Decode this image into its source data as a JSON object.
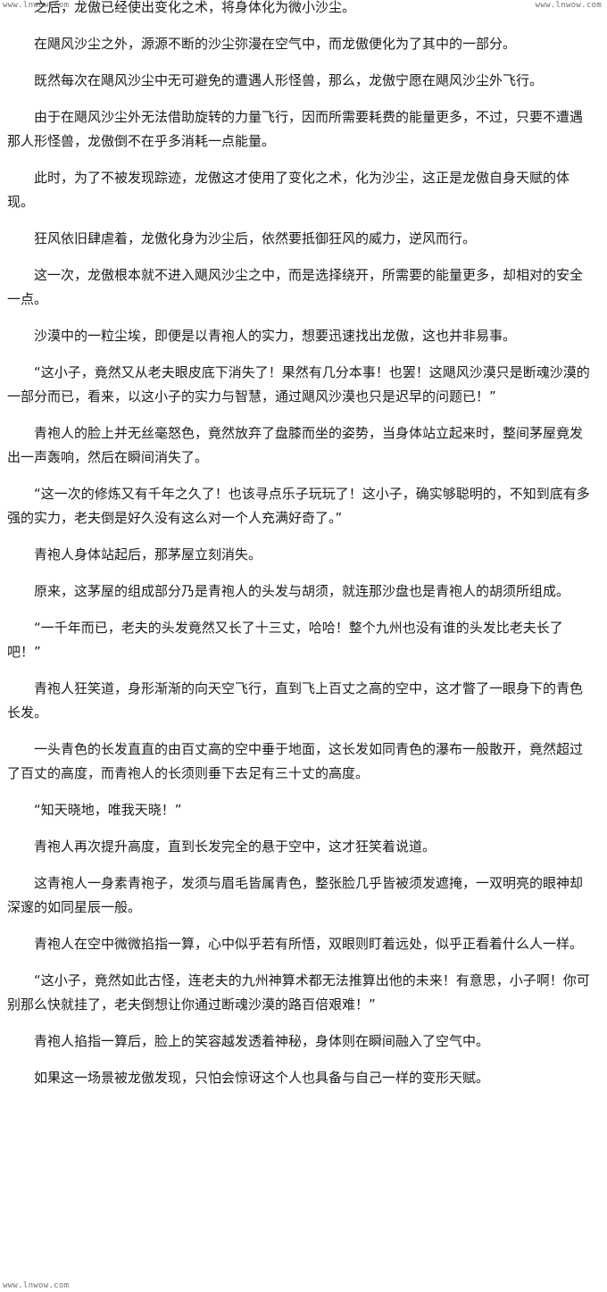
{
  "watermarks": {
    "top_left": "www.lnwow.com",
    "top_right": "www.lnwow.com",
    "bottom_left": "www.lnwow.com",
    "bottom_right": ""
  },
  "paragraphs": [
    "之后，龙傲已经使出变化之术，将身体化为微小沙尘。",
    "在飓风沙尘之外，源源不断的沙尘弥漫在空气中，而龙傲便化为了其中的一部分。",
    "既然每次在飓风沙尘中无可避免的遭遇人形怪兽，那么，龙傲宁愿在飓风沙尘外飞行。",
    "由于在飓风沙尘外无法借助旋转的力量飞行，因而所需要耗费的能量更多，不过，只要不遭遇那人形怪兽，龙傲倒不在乎多消耗一点能量。",
    "此时，为了不被发现踪迹，龙傲这才使用了变化之术，化为沙尘，这正是龙傲自身天赋的体现。",
    "狂风依旧肆虐着，龙傲化身为沙尘后，依然要抵御狂风的威力，逆风而行。",
    "这一次，龙傲根本就不进入飓风沙尘之中，而是选择绕开，所需要的能量更多，却相对的安全一点。",
    "沙漠中的一粒尘埃，即便是以青袍人的实力，想要迅速找出龙傲，这也并非易事。",
    "“这小子，竟然又从老夫眼皮底下消失了！果然有几分本事！也罢！这飓风沙漠只是断魂沙漠的一部分而已，看来，以这小子的实力与智慧，通过飓风沙漠也只是迟早的问题已！”",
    "青袍人的脸上并无丝毫怒色，竟然放弃了盘膝而坐的姿势，当身体站立起来时，整间茅屋竟发出一声轰响，然后在瞬间消失了。",
    "“这一次的修炼又有千年之久了！也该寻点乐子玩玩了！这小子，确实够聪明的，不知到底有多强的实力，老夫倒是好久没有这么对一个人充满好奇了。”",
    "青袍人身体站起后，那茅屋立刻消失。",
    "原来，这茅屋的组成部分乃是青袍人的头发与胡须，就连那沙盘也是青袍人的胡须所组成。",
    "“一千年而已，老夫的头发竟然又长了十三丈，哈哈！整个九州也没有谁的头发比老夫长了吧！”",
    "青袍人狂笑道，身形渐渐的向天空飞行，直到飞上百丈之高的空中，这才瞥了一眼身下的青色长发。",
    "一头青色的长发直直的由百丈高的空中垂于地面，这长发如同青色的瀑布一般散开，竟然超过了百丈的高度，而青袍人的长须则垂下去足有三十丈的高度。",
    "“知天晓地，唯我天晓！”",
    "青袍人再次提升高度，直到长发完全的悬于空中，这才狂笑着说道。",
    "这青袍人一身素青袍子，发须与眉毛皆属青色，整张脸几乎皆被须发遮掩，一双明亮的眼神却深邃的如同星辰一般。",
    "青袍人在空中微微掐指一算，心中似乎若有所悟，双眼则盯着远处，似乎正看着什么人一样。",
    "“这小子，竟然如此古怪，连老夫的九州神算术都无法推算出他的未来！有意思，小子啊！你可别那么快就挂了，老夫倒想让你通过断魂沙漠的路百倍艰难！”",
    "青袍人掐指一算后，脸上的笑容越发透着神秘，身体则在瞬间融入了空气中。",
    "如果这一场景被龙傲发现，只怕会惊讶这个人也具备与自己一样的变形天赋。"
  ]
}
